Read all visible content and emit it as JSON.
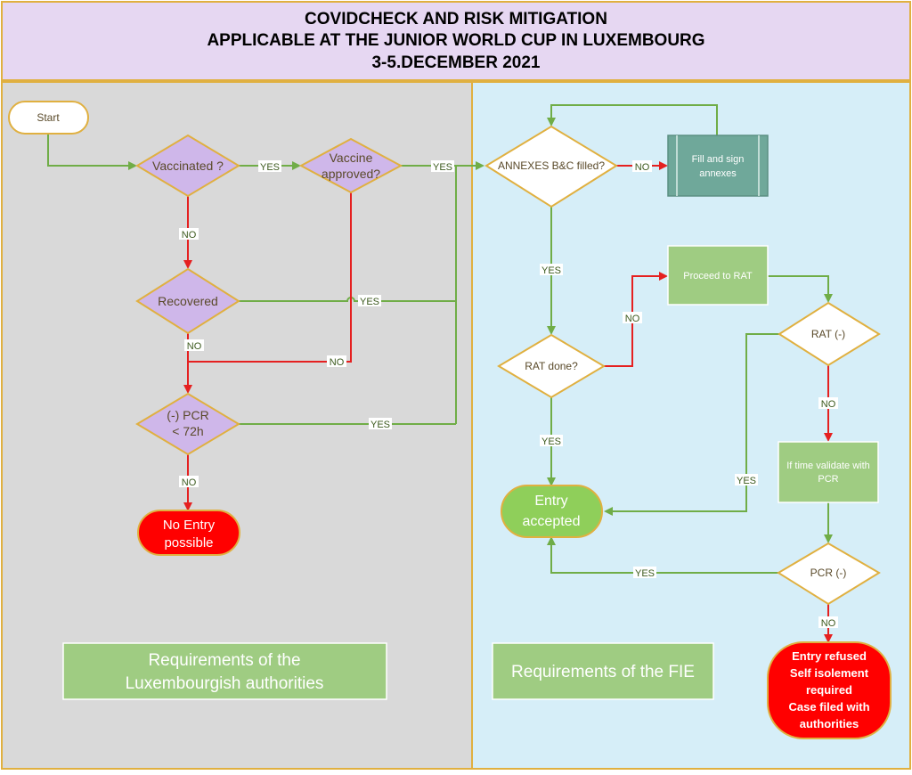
{
  "header": {
    "lines": [
      "COVIDCHECK AND RISK MITIGATION",
      "APPLICABLE AT THE JUNIOR WORLD CUP IN LUXEMBOURG",
      "3-5.DECEMBER 2021"
    ]
  },
  "colors": {
    "title_bg": "#e6d7f2",
    "left_panel_bg": "#d9d9d9",
    "right_panel_bg": "#d6eef8",
    "frame": "#e0b040",
    "diamond_purple": "#cfb7ea",
    "green_box": "#9fcc82",
    "teal_box": "#6fa89a",
    "red_terminal": "#ff0000",
    "green_terminal": "#8fcf5a",
    "yes_arrow": "#70ad47",
    "no_arrow": "#e52020"
  },
  "nodes": {
    "start": "Start",
    "vaccinated": "Vaccinated ?",
    "vaccine_approved": [
      "Vaccine",
      "approved?"
    ],
    "recovered": "Recovered",
    "pcr_72h": [
      "(-) PCR",
      "< 72h"
    ],
    "no_entry": [
      "No Entry",
      "possible"
    ],
    "annexes_filled": "ANNEXES B&C filled?",
    "fill_sign": [
      "Fill and sign",
      "annexes"
    ],
    "rat_done": "RAT done?",
    "proceed_rat": "Proceed to RAT",
    "rat_neg": "RAT (-)",
    "time_validate": [
      "If time validate with",
      "PCR"
    ],
    "entry_accepted": [
      "Entry",
      "accepted"
    ],
    "pcr_neg": "PCR (-)",
    "entry_refused": [
      "Entry refused",
      "Self isolement",
      "required",
      "Case filed with",
      "authorities"
    ]
  },
  "edge_labels": {
    "yes": "YES",
    "no": "NO"
  },
  "panels": {
    "left_caption": [
      "Requirements of the",
      "Luxembourgish authorities"
    ],
    "right_caption": "Requirements of the FIE"
  }
}
